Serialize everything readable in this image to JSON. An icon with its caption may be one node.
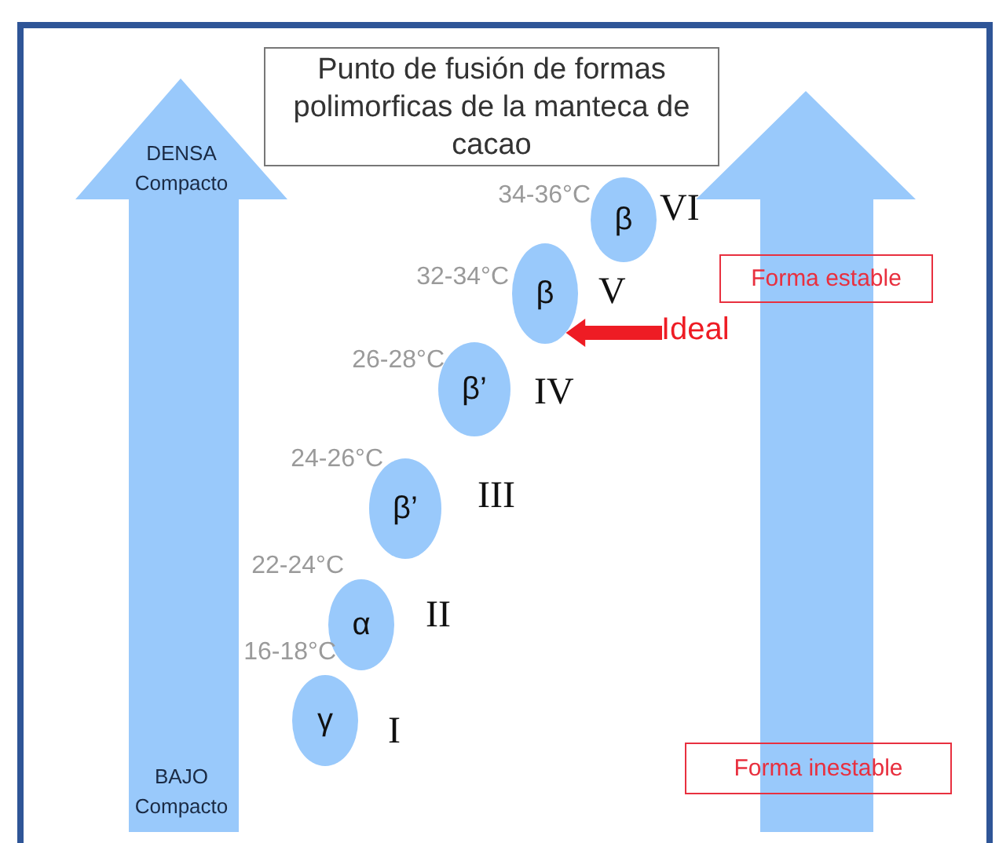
{
  "diagram": {
    "title": "Punto de fusión de formas polimorficas de la manteca de cacao",
    "nodes": [
      {
        "text": [
          "DENSA Compacto",
          "BAJO Compacto"
        ]
      },
      {
        "text": [
          "β"
        ],
        "beside": [
          "34-36°C",
          "VI"
        ]
      },
      {
        "text": [
          "Forma estable"
        ]
      },
      {
        "text": [
          "β"
        ],
        "beside": [
          "32-34°C",
          "V"
        ]
      },
      {
        "text": [
          "Ideal"
        ]
      },
      {
        "text": [
          "β’"
        ],
        "beside": [
          "26-28°C",
          "IV"
        ]
      },
      {
        "text": [
          "β’"
        ],
        "beside": [
          "24-26°C",
          "III"
        ]
      },
      {
        "text": [
          "α"
        ],
        "beside": [
          "22-24°C",
          "II"
        ]
      },
      {
        "text": [
          "γ"
        ],
        "beside": [
          "16-18°C",
          "I"
        ]
      },
      {
        "text": [
          "Forma inestable"
        ]
      }
    ],
    "edges": [
      {
        "from": 4,
        "to": 3,
        "arrow": "to",
        "style": "thick",
        "color": "#ee1c24"
      }
    ]
  }
}
